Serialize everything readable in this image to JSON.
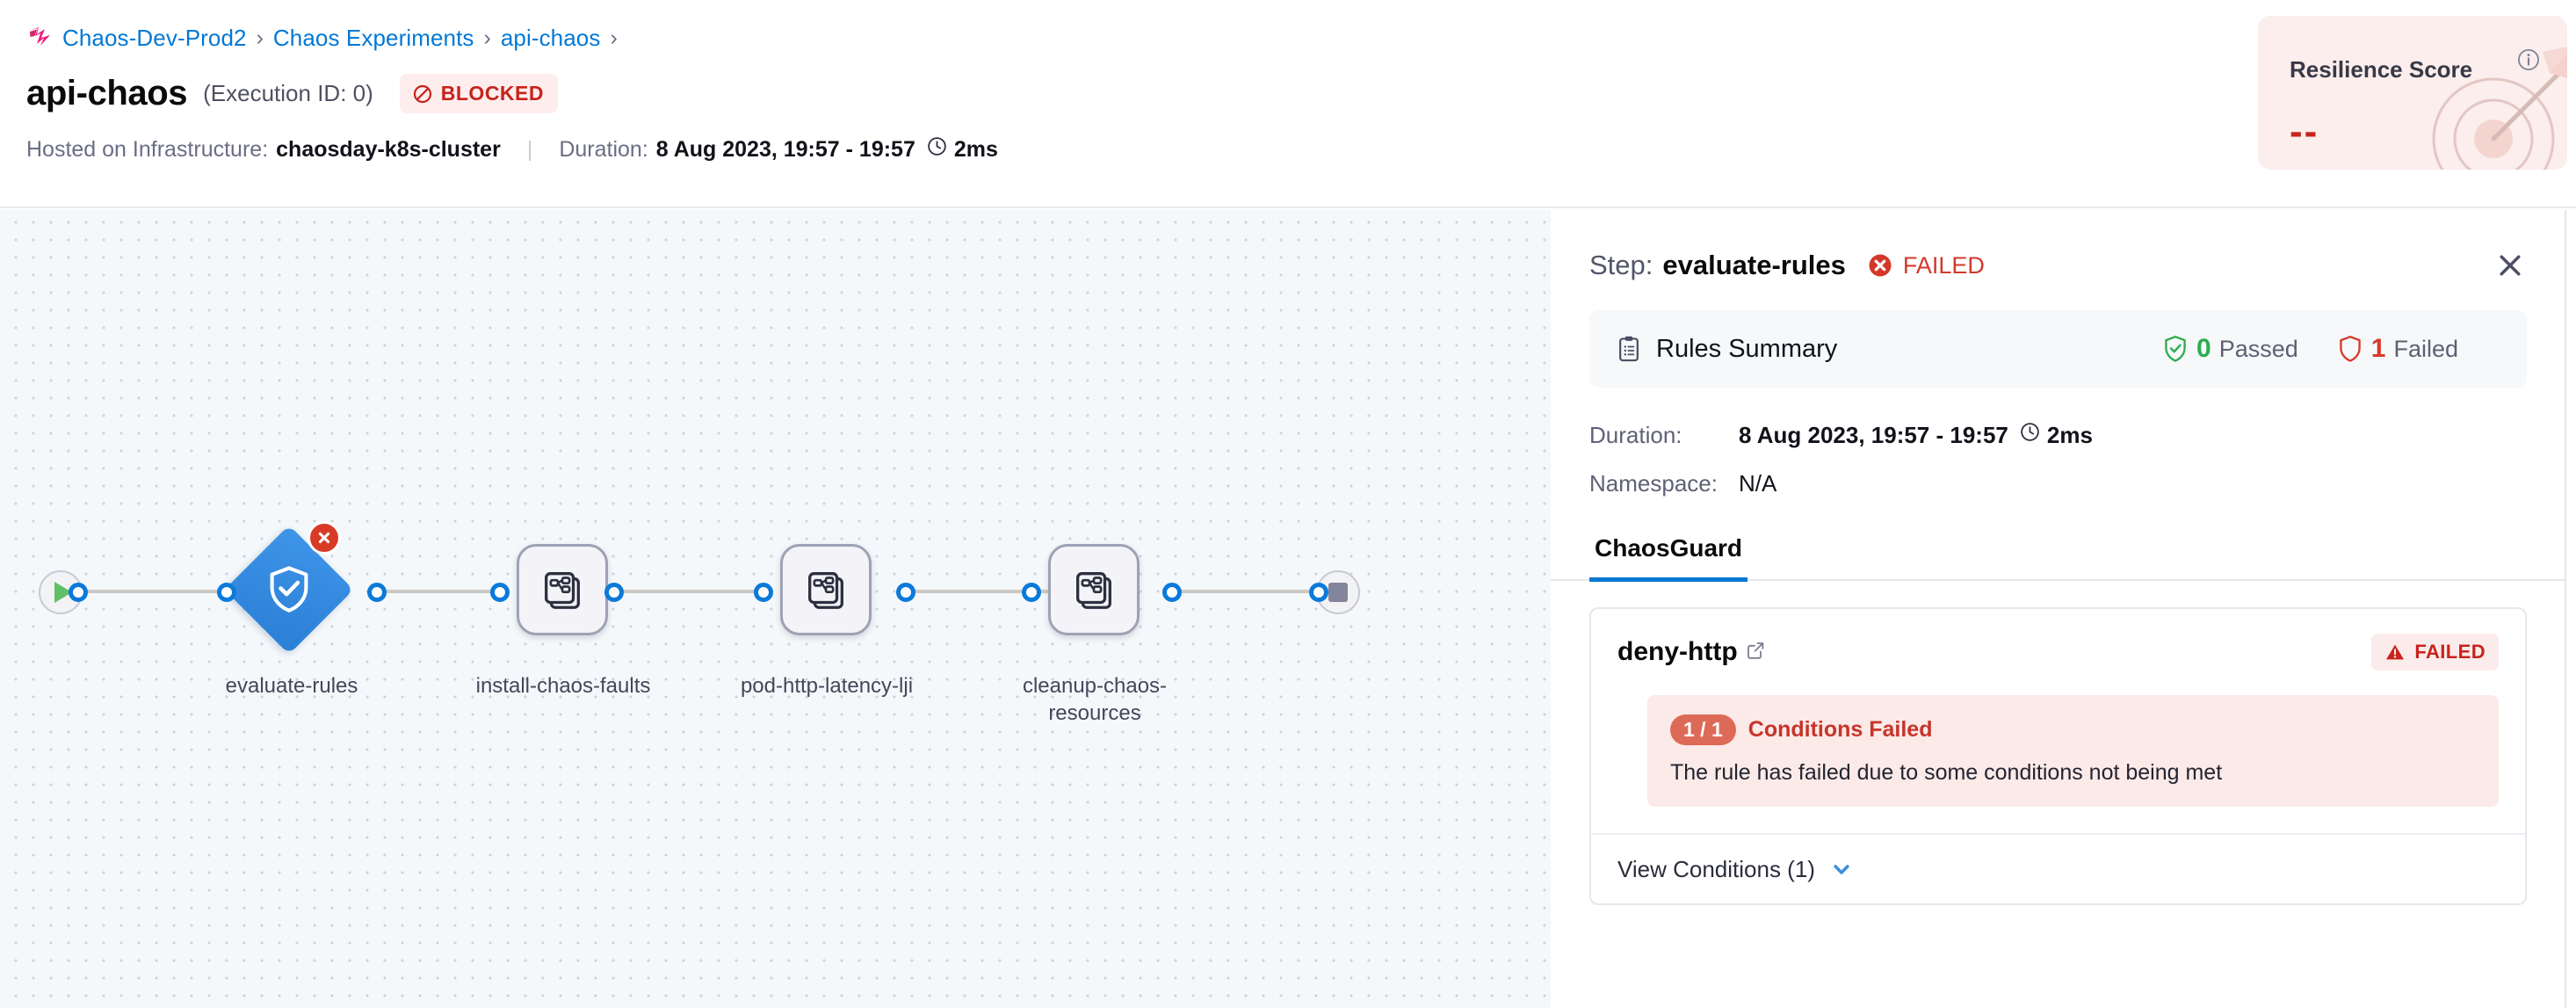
{
  "breadcrumb": {
    "logo_icon": "harness-chaos-logo",
    "items": [
      {
        "label": "Chaos-Dev-Prod2"
      },
      {
        "label": "Chaos Experiments"
      },
      {
        "label": "api-chaos"
      }
    ],
    "separator": "›"
  },
  "header": {
    "title": "api-chaos",
    "execution_id": "(Execution ID: 0)",
    "status": {
      "label": "BLOCKED",
      "icon": "blocked-icon",
      "color": "#c8231c",
      "bg": "#fdeeed"
    },
    "infra_label": "Hosted on Infrastructure:",
    "infra_value": "chaosday-k8s-cluster",
    "divider": "|",
    "duration_label": "Duration:",
    "duration_value": "8 Aug 2023, 19:57 - 19:57",
    "duration_clock_icon": "clock-icon",
    "duration_elapsed": "2ms"
  },
  "resilience": {
    "title": "Resilience Score",
    "info_icon": "info-icon",
    "score": "--",
    "art_icon": "target-arrow-icon",
    "bg": "#fbeeec",
    "score_color": "#c8231c"
  },
  "pipeline": {
    "start_node": {
      "name": "start-node",
      "icon": "play-icon"
    },
    "end_node": {
      "name": "end-node",
      "icon": "stop-icon"
    },
    "nodes": [
      {
        "id": "evaluate-rules",
        "label": "evaluate-rules",
        "type": "diamond",
        "icon": "shield-check-icon",
        "status": "failed",
        "badge_icon": "error-x-icon"
      },
      {
        "id": "install-chaos-faults",
        "label": "install-chaos-faults",
        "type": "step",
        "icon": "task-stack-icon",
        "status": "none"
      },
      {
        "id": "pod-http-latency-lji",
        "label": "pod-http-latency-lji",
        "type": "step",
        "icon": "task-stack-icon",
        "status": "none"
      },
      {
        "id": "cleanup-chaos-resources",
        "label": "cleanup-chaos-resources",
        "type": "step",
        "icon": "task-stack-icon",
        "status": "none"
      }
    ]
  },
  "panel": {
    "step_prefix": "Step:",
    "step_name": "evaluate-rules",
    "status": {
      "label": "FAILED",
      "icon": "error-x-icon",
      "color": "#d3392b"
    },
    "close_icon": "close-icon",
    "rules_summary": {
      "icon": "clipboard-icon",
      "title": "Rules Summary",
      "passed": {
        "count": "0",
        "label": "Passed",
        "icon": "shield-check-icon",
        "color": "#2bae4e"
      },
      "failed": {
        "count": "1",
        "label": "Failed",
        "icon": "shield-icon",
        "color": "#d63a2a"
      }
    },
    "details": {
      "duration_key": "Duration:",
      "duration_value": "8 Aug 2023, 19:57 - 19:57",
      "duration_clock_icon": "clock-icon",
      "duration_elapsed": "2ms",
      "namespace_key": "Namespace:",
      "namespace_value": "N/A"
    },
    "tabs": [
      {
        "label": "ChaosGuard",
        "active": true
      }
    ],
    "rule": {
      "name": "deny-http",
      "external_link_icon": "external-link-icon",
      "badge": {
        "label": "FAILED",
        "icon": "warning-triangle-icon",
        "color": "#c8231c",
        "bg": "#fbeceb"
      },
      "conditions": {
        "chip": "1 / 1",
        "title": "Conditions Failed",
        "message": "The rule has failed due to some conditions not being met"
      },
      "view_conditions": {
        "label": "View Conditions (1)",
        "icon": "chevron-down-icon"
      }
    }
  }
}
